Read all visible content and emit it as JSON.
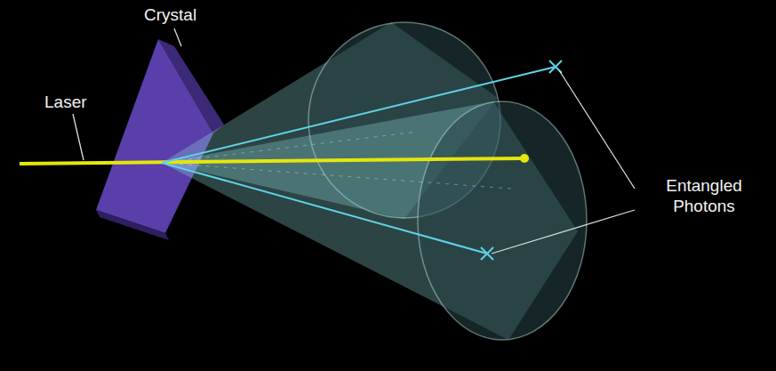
{
  "diagram": {
    "labels": [
      "Crystal",
      "Laser",
      "Entangled Photons"
    ]
  }
}
